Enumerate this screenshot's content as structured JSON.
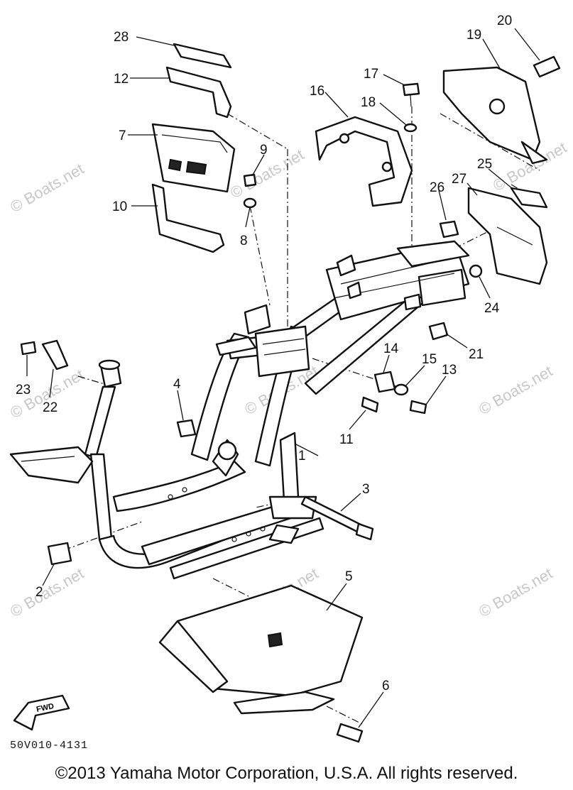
{
  "callouts": [
    "1",
    "2",
    "3",
    "4",
    "5",
    "6",
    "7",
    "8",
    "9",
    "10",
    "11",
    "12",
    "13",
    "14",
    "15",
    "16",
    "17",
    "18",
    "19",
    "20",
    "21",
    "22",
    "23",
    "24",
    "25",
    "26",
    "27",
    "28"
  ],
  "fwd_label": "FWD",
  "diagram_code": "50V010-4131",
  "watermark": "© Boats.net",
  "copyright": "©2013 Yamaha Motor Corporation, U.S.A. All rights reserved."
}
